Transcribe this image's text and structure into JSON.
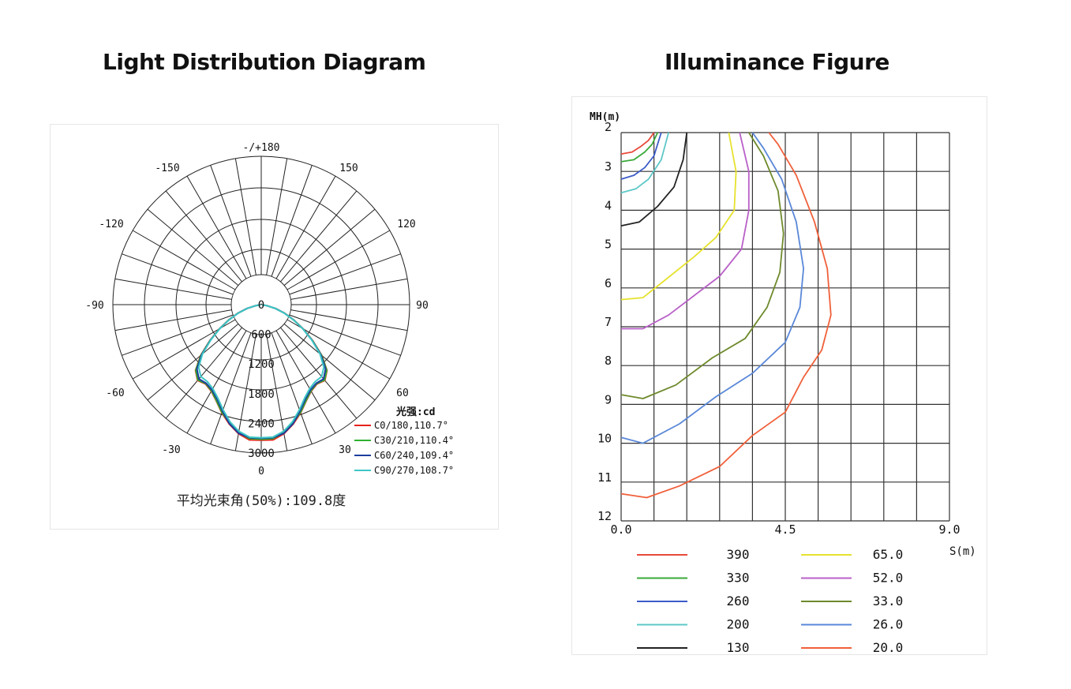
{
  "headings": {
    "left": "Light Distribution Diagram",
    "right": "Illuminance Figure"
  },
  "chart_data": [
    {
      "type": "polar",
      "angle_labels": [
        "-/+180",
        "-150",
        "150",
        "-120",
        "120",
        "-90",
        "90",
        "-60",
        "60",
        "-30",
        "30",
        "0"
      ],
      "radial_labels": [
        "0",
        "600",
        "1200",
        "1800",
        "2400",
        "3000"
      ],
      "rlim": [
        0,
        3000
      ],
      "unit_label": "光强:cd",
      "series": [
        {
          "name": "C0/180,110.7°",
          "color": "#e8231b",
          "r": [
            2740,
            2745,
            2650,
            2500,
            2330,
            2150,
            2020,
            1960,
            2000,
            1880,
            1600,
            1270,
            980,
            720,
            500,
            300,
            120,
            20
          ],
          "angles": [
            0,
            5,
            10,
            15,
            20,
            25,
            30,
            35,
            40,
            45,
            50,
            55,
            60,
            65,
            70,
            75,
            80,
            85
          ]
        },
        {
          "name": "C30/210,110.4°",
          "color": "#2fb02f",
          "r": [
            2720,
            2720,
            2630,
            2480,
            2320,
            2140,
            2010,
            1950,
            1990,
            1870,
            1590,
            1265,
            975,
            715,
            495,
            295,
            115,
            20
          ],
          "angles": [
            0,
            5,
            10,
            15,
            20,
            25,
            30,
            35,
            40,
            45,
            50,
            55,
            60,
            65,
            70,
            75,
            80,
            85
          ]
        },
        {
          "name": "C60/240,109.4°",
          "color": "#1c3f9e",
          "r": [
            2700,
            2700,
            2640,
            2490,
            2290,
            2110,
            1990,
            1940,
            1960,
            1840,
            1570,
            1255,
            970,
            710,
            490,
            290,
            115,
            20
          ],
          "angles": [
            0,
            5,
            10,
            15,
            20,
            25,
            30,
            35,
            40,
            45,
            50,
            55,
            60,
            65,
            70,
            75,
            80,
            85
          ]
        },
        {
          "name": "C90/270,108.7°",
          "color": "#3ec6c6",
          "r": [
            2690,
            2690,
            2600,
            2450,
            2260,
            2080,
            1960,
            1900,
            1900,
            1790,
            1550,
            1245,
            965,
            705,
            485,
            285,
            110,
            20
          ],
          "angles": [
            0,
            5,
            10,
            15,
            20,
            25,
            30,
            35,
            40,
            45,
            50,
            55,
            60,
            65,
            70,
            75,
            80,
            85
          ]
        }
      ],
      "caption": "平均光束角(50%):109.8度"
    },
    {
      "type": "line",
      "ylabel": "MH(m)",
      "xlabel": "S(m)",
      "y_ticks": [
        "2",
        "3",
        "4",
        "5",
        "6",
        "7",
        "8",
        "9",
        "10",
        "11",
        "12"
      ],
      "x_ticks": [
        "0.0",
        "4.5",
        "9.0"
      ],
      "xlim": [
        0,
        9
      ],
      "ylim": [
        2,
        12
      ],
      "y_inverted": true,
      "series": [
        {
          "name": "390",
          "color": "#e84a3a",
          "points": [
            [
              0,
              2.55
            ],
            [
              0.3,
              2.5
            ],
            [
              0.55,
              2.35
            ],
            [
              0.75,
              2.2
            ],
            [
              0.9,
              2.0
            ]
          ]
        },
        {
          "name": "330",
          "color": "#3aaa3a",
          "points": [
            [
              0,
              2.75
            ],
            [
              0.35,
              2.7
            ],
            [
              0.65,
              2.5
            ],
            [
              0.85,
              2.3
            ],
            [
              1.0,
              2.0
            ]
          ]
        },
        {
          "name": "260",
          "color": "#3c5cc8",
          "points": [
            [
              0,
              3.2
            ],
            [
              0.35,
              3.1
            ],
            [
              0.65,
              2.9
            ],
            [
              0.9,
              2.6
            ],
            [
              1.1,
              2.0
            ]
          ]
        },
        {
          "name": "200",
          "color": "#5ec8c8",
          "points": [
            [
              0,
              3.55
            ],
            [
              0.4,
              3.45
            ],
            [
              0.75,
              3.2
            ],
            [
              1.1,
              2.7
            ],
            [
              1.3,
              2.0
            ]
          ]
        },
        {
          "name": "130",
          "color": "#222222",
          "points": [
            [
              0,
              4.4
            ],
            [
              0.5,
              4.3
            ],
            [
              1.0,
              3.9
            ],
            [
              1.45,
              3.4
            ],
            [
              1.7,
              2.7
            ],
            [
              1.8,
              2.0
            ]
          ]
        },
        {
          "name": "65.0",
          "color": "#e6e22e",
          "points": [
            [
              0,
              6.3
            ],
            [
              0.6,
              6.25
            ],
            [
              1.2,
              5.8
            ],
            [
              2.0,
              5.2
            ],
            [
              2.6,
              4.7
            ],
            [
              3.1,
              4.0
            ],
            [
              3.15,
              3.0
            ],
            [
              2.95,
              2.0
            ]
          ]
        },
        {
          "name": "52.0",
          "color": "#b960c8",
          "points": [
            [
              0,
              7.05
            ],
            [
              0.6,
              7.05
            ],
            [
              1.3,
              6.7
            ],
            [
              2.0,
              6.2
            ],
            [
              2.7,
              5.7
            ],
            [
              3.3,
              5.0
            ],
            [
              3.5,
              4.0
            ],
            [
              3.5,
              3.0
            ],
            [
              3.25,
              2.0
            ]
          ]
        },
        {
          "name": "33.0",
          "color": "#6e8a2c",
          "points": [
            [
              0,
              8.75
            ],
            [
              0.6,
              8.85
            ],
            [
              1.5,
              8.5
            ],
            [
              2.5,
              7.8
            ],
            [
              3.4,
              7.3
            ],
            [
              4.0,
              6.5
            ],
            [
              4.35,
              5.6
            ],
            [
              4.45,
              4.6
            ],
            [
              4.3,
              3.5
            ],
            [
              3.9,
              2.6
            ],
            [
              3.5,
              2.0
            ]
          ]
        },
        {
          "name": "26.0",
          "color": "#5a88d8",
          "points": [
            [
              0,
              9.85
            ],
            [
              0.6,
              10.0
            ],
            [
              1.6,
              9.5
            ],
            [
              2.6,
              8.8
            ],
            [
              3.6,
              8.2
            ],
            [
              4.5,
              7.4
            ],
            [
              4.9,
              6.5
            ],
            [
              5.0,
              5.5
            ],
            [
              4.8,
              4.3
            ],
            [
              4.4,
              3.2
            ],
            [
              3.9,
              2.4
            ],
            [
              3.6,
              2.0
            ]
          ]
        },
        {
          "name": "20.0",
          "color": "#f0603a",
          "points": [
            [
              0,
              11.3
            ],
            [
              0.7,
              11.4
            ],
            [
              1.6,
              11.1
            ],
            [
              2.7,
              10.6
            ],
            [
              3.6,
              9.8
            ],
            [
              4.5,
              9.2
            ],
            [
              5.0,
              8.3
            ],
            [
              5.5,
              7.6
            ],
            [
              5.75,
              6.7
            ],
            [
              5.65,
              5.5
            ],
            [
              5.3,
              4.3
            ],
            [
              4.8,
              3.1
            ],
            [
              4.3,
              2.3
            ],
            [
              4.05,
              2.0
            ]
          ]
        }
      ]
    }
  ]
}
